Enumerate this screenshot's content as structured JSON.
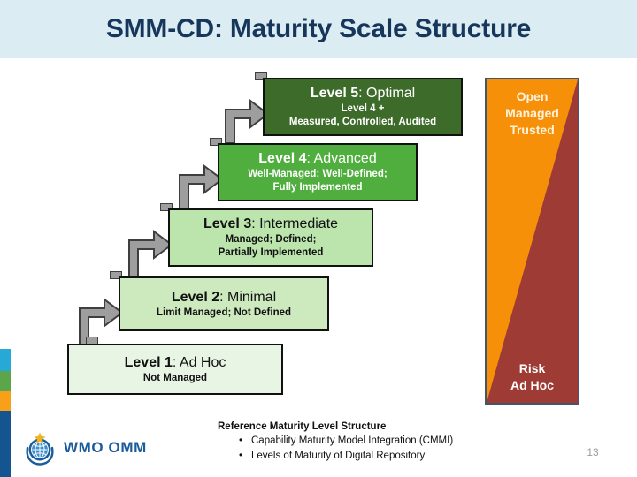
{
  "slide": {
    "title": "SMM-CD: Maturity Scale Structure",
    "page_number": "13",
    "title_band_color": "#dbecf2",
    "title_color": "#16365c"
  },
  "levels": [
    {
      "id": "level-5",
      "label": "Level 5",
      "name": ": Optimal",
      "sub_lines": [
        "Level 4 +",
        "Measured, Controlled, Audited"
      ],
      "fill": "#3d6b2a",
      "text": "#ffffff"
    },
    {
      "id": "level-4",
      "label": "Level 4",
      "name": ": Advanced",
      "sub_lines": [
        "Well-Managed; Well-Defined;",
        "Fully Implemented"
      ],
      "fill": "#4fae3e",
      "text": "#ffffff"
    },
    {
      "id": "level-3",
      "label": "Level 3",
      "name": ": Intermediate",
      "sub_lines": [
        "Managed; Defined;",
        "Partially Implemented"
      ],
      "fill": "#bce5ae",
      "text": "#111111"
    },
    {
      "id": "level-2",
      "label": "Level 2",
      "name": ": Minimal",
      "sub_lines": [
        "Limit Managed; Not Defined"
      ],
      "fill": "#cdeabf",
      "text": "#111111"
    },
    {
      "id": "level-1",
      "label": "Level 1",
      "name": ": Ad Hoc",
      "sub_lines": [
        "Not Managed"
      ],
      "fill": "#e8f4e4",
      "text": "#111111"
    }
  ],
  "panel": {
    "top_lines": [
      "Open",
      "Managed",
      "Trusted"
    ],
    "bottom_lines": [
      "Risk",
      "Ad Hoc"
    ],
    "top_color": "#f79009",
    "bottom_color": "#9e3b34",
    "border_color": "#44546a"
  },
  "reference": {
    "title": "Reference Maturity Level Structure",
    "items": [
      "Capability Maturity Model Integration (CMMI)",
      "Levels of Maturity of Digital Repository"
    ]
  },
  "branding": {
    "logo_text": "WMO OMM",
    "logo_icon": "wmo-globe-emblem-icon",
    "accent_bar": [
      "#27a9d8",
      "#5ba54a",
      "#f9a01b",
      "#14558f"
    ]
  },
  "arrows": {
    "icon": "elbow-arrow-up-right-icon",
    "fill": "#9e9e9e",
    "stroke": "#3f3f3f",
    "count": 4
  }
}
